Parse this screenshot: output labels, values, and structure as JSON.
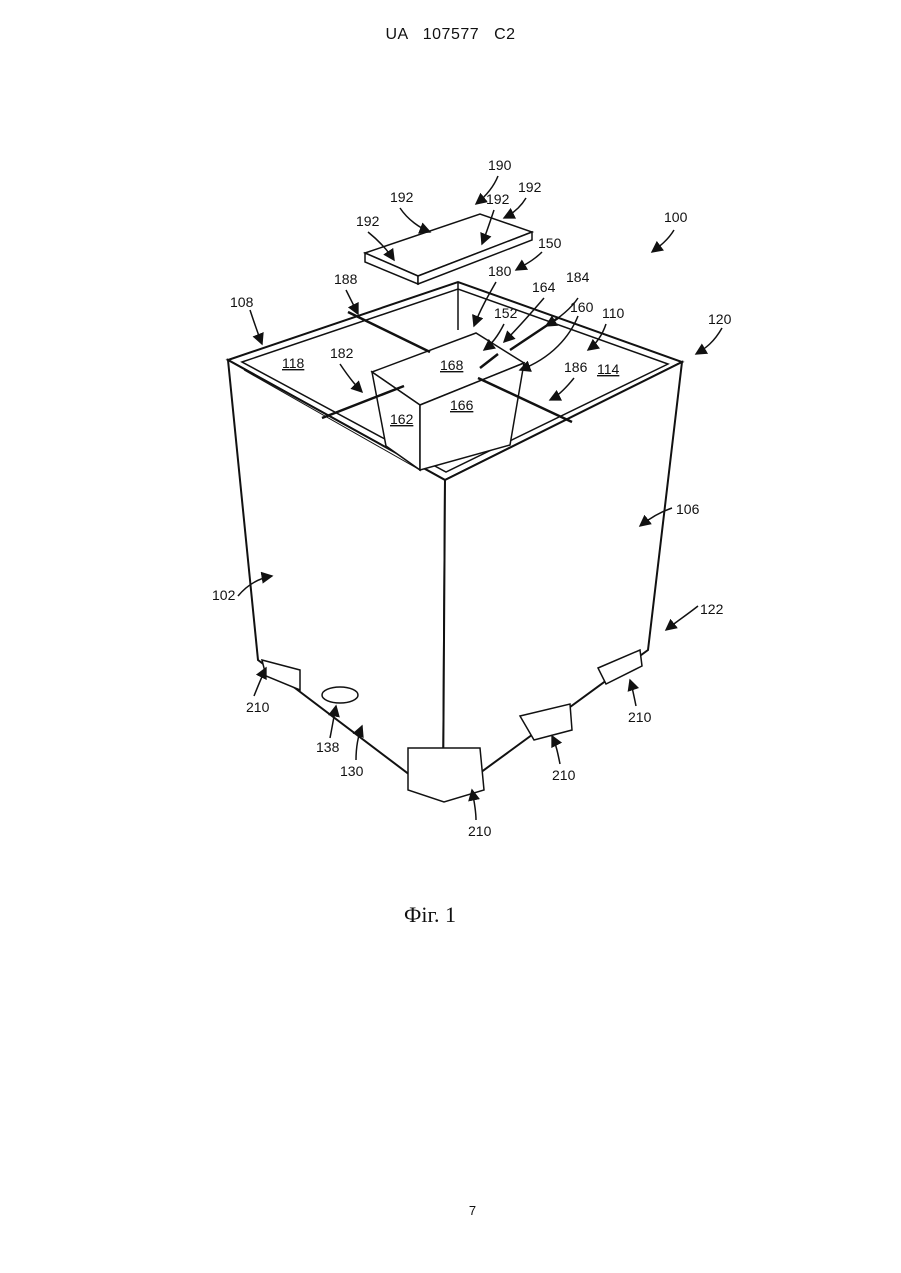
{
  "header": {
    "text": "UA 107577 C2"
  },
  "caption": {
    "text": "Фіг. 1"
  },
  "page": {
    "number": "7"
  },
  "labels": {
    "l100": "100",
    "l102": "102",
    "l106": "106",
    "l108": "108",
    "l110": "110",
    "l114": "114",
    "l118": "118",
    "l120": "120",
    "l122": "122",
    "l130": "130",
    "l138": "138",
    "l150": "150",
    "l152": "152",
    "l160": "160",
    "l162": "162",
    "l164": "164",
    "l166": "166",
    "l168": "168",
    "l180": "180",
    "l182": "182",
    "l184": "184",
    "l186": "186",
    "l188": "188",
    "l190": "190",
    "l192": "192",
    "l210": "210"
  }
}
